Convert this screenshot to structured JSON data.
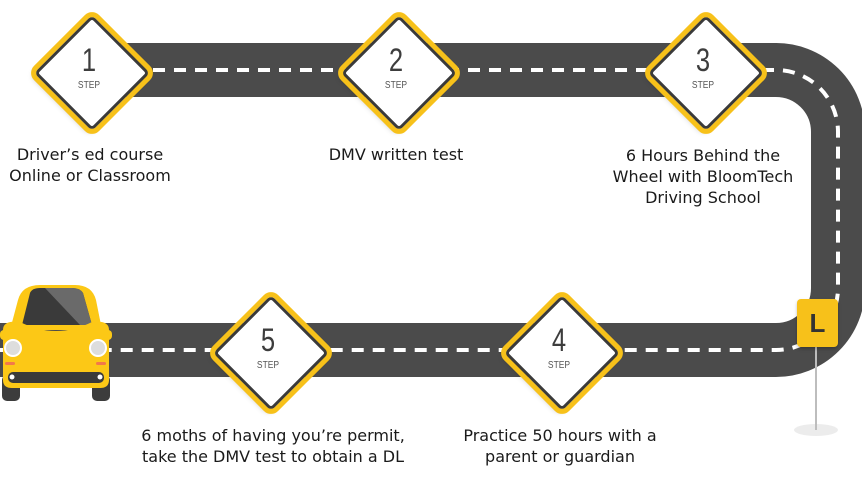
{
  "steps": [
    {
      "number": "1",
      "step_label": "STEP",
      "caption": "Driver’s ed course\nOnline or Classroom"
    },
    {
      "number": "2",
      "step_label": "STEP",
      "caption": "DMV written test"
    },
    {
      "number": "3",
      "step_label": "STEP",
      "caption": "6 Hours Behind the\nWheel with BloomTech\nDriving School"
    },
    {
      "number": "4",
      "step_label": "STEP",
      "caption": "Practice 50 hours with a\nparent or guardian"
    },
    {
      "number": "5",
      "step_label": "STEP",
      "caption": "6 moths of having you’re permit,\ntake the DMV test to obtain a DL"
    }
  ],
  "learner_sign": "L",
  "colors": {
    "road": "#4a4a4a",
    "accent": "#f7c11a",
    "car": "#fcc816"
  }
}
